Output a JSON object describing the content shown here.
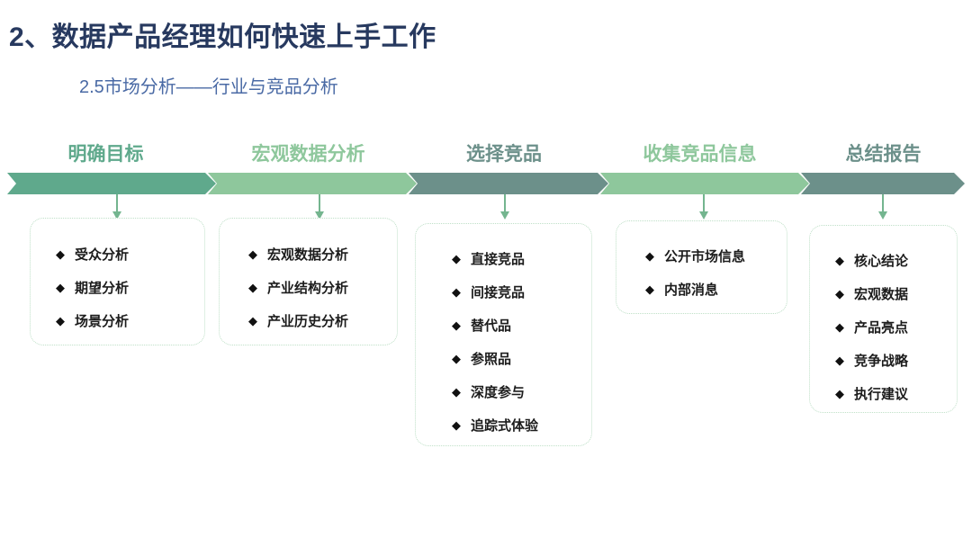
{
  "slide": {
    "title": "2、数据产品经理如何快速上手工作",
    "subtitle": "2.5市场分析——行业与竞品分析"
  },
  "colors": {
    "title": "#27395f",
    "subtitle": "#4a6aa5",
    "chevron_teal": "#5fa98c",
    "chevron_light_green": "#8ec79c",
    "chevron_gray_green": "#6c908a",
    "card_border": "#bfe0c8",
    "connector": "#74b58f",
    "item_text": "#1c1c1c",
    "background": "#ffffff"
  },
  "flow": {
    "stages": [
      {
        "label": "明确目标",
        "label_color": "#5fa98c",
        "chevron_color": "#5fa98c",
        "items": [
          "受众分析",
          "期望分析",
          "场景分析"
        ]
      },
      {
        "label": "宏观数据分析",
        "label_color": "#8ec79c",
        "chevron_color": "#8ec79c",
        "items": [
          "宏观数据分析",
          "产业结构分析",
          "产业历史分析"
        ]
      },
      {
        "label": "选择竞品",
        "label_color": "#6c908a",
        "chevron_color": "#6c908a",
        "items": [
          "直接竞品",
          "间接竞品",
          "替代品",
          "参照品",
          "深度参与",
          "追踪式体验"
        ]
      },
      {
        "label": "收集竞品信息",
        "label_color": "#8ec79c",
        "chevron_color": "#8ec79c",
        "items": [
          "公开市场信息",
          "内部消息"
        ]
      },
      {
        "label": "总结报告",
        "label_color": "#6c908a",
        "chevron_color": "#6c908a",
        "items": [
          "核心结论",
          "宏观数据",
          "产品亮点",
          "竞争战略",
          "执行建议"
        ]
      }
    ],
    "bullet_glyph": "◆"
  }
}
